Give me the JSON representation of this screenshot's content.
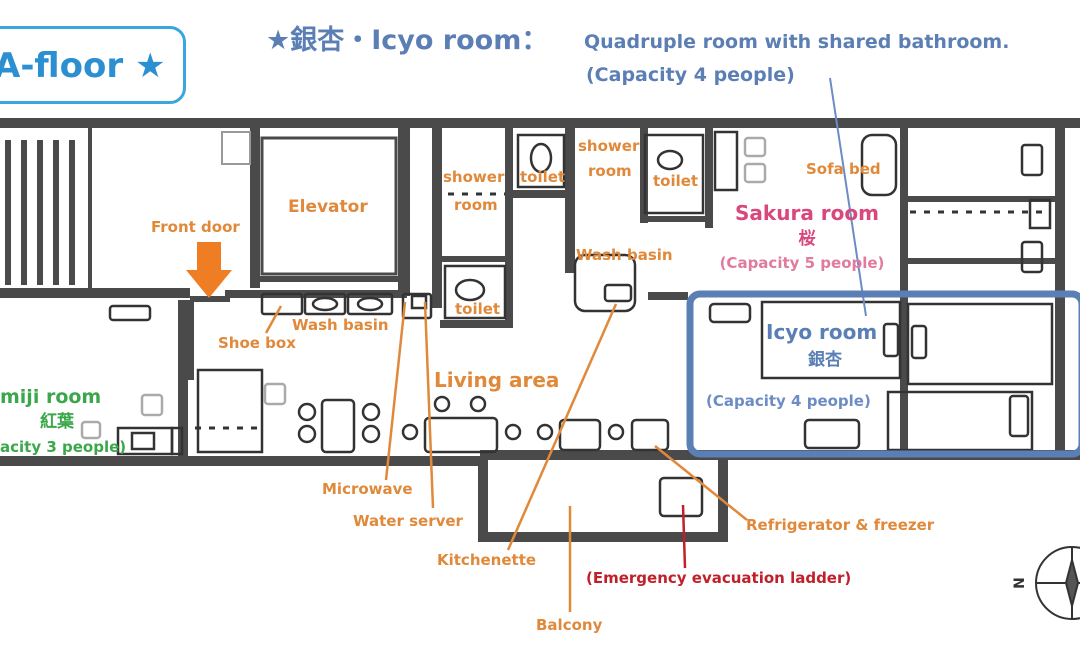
{
  "header": {
    "floor_title": "A-floor ★",
    "heading_main": "★銀杏・Icyo room：",
    "heading_desc": "Quadruple room with shared bathroom.",
    "heading_capacity": "(Capacity 4 people)"
  },
  "labels": {
    "elevator": "Elevator",
    "front_door": "Front door",
    "shoe_box": "Shoe box",
    "wash_basin_hall": "Wash basin",
    "wash_basin_bath": "Wash basin",
    "shower_room_1_a": "shower",
    "shower_room_1_b": "room",
    "toilet_1": "toilet",
    "toilet_2": "toilet",
    "toilet_3": "toilet",
    "shower_room_2_a": "shower",
    "shower_room_2_b": "room",
    "sofa_bed": "Sofa bed",
    "living_area": "Living area",
    "microwave": "Microwave",
    "water_server": "Water server",
    "kitchenette": "Kitchenette",
    "refrigerator": "Refrigerator & freezer",
    "emergency_ladder": "(Emergency evacuation ladder)",
    "balcony": "Balcony"
  },
  "rooms": {
    "sakura": {
      "name": "Sakura room",
      "kanji": "桜",
      "capacity": "(Capacity 5 people)"
    },
    "icyo": {
      "name": "Icyo room",
      "kanji": "銀杏",
      "capacity": "(Capacity 4 people)"
    },
    "momiji": {
      "name": "miji room",
      "kanji": "紅葉",
      "capacity": "acity 3 people)"
    }
  },
  "compass": {
    "north_label": "N"
  },
  "colors": {
    "wall": "#4a4a4a",
    "annotation": "#e0893a",
    "highlight": "#5b7fb5",
    "sakura": "#d9477d",
    "momiji": "#3aa84a",
    "emergency": "#c0202a",
    "floor_badge": "#39a6e0"
  }
}
